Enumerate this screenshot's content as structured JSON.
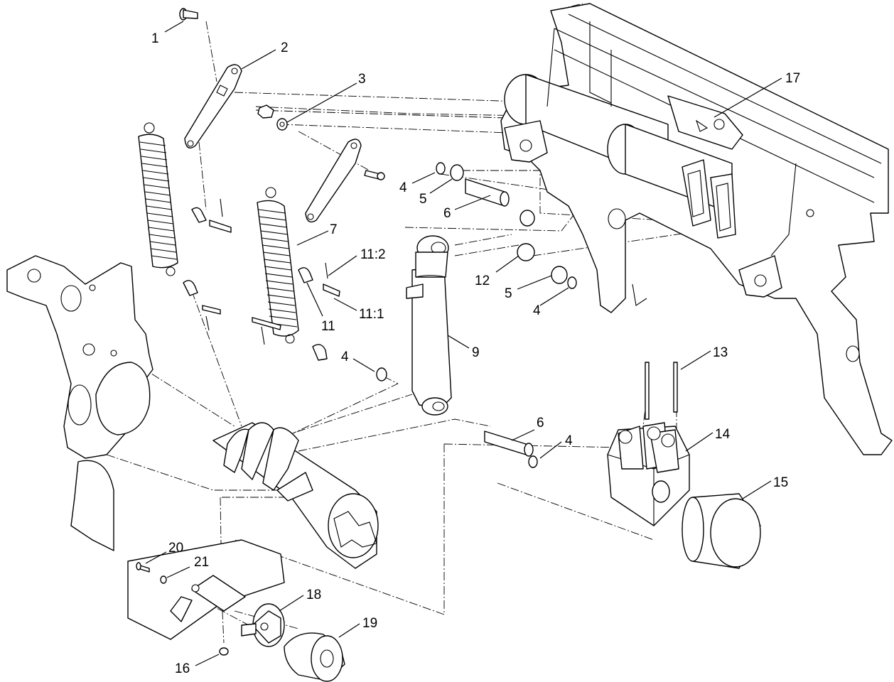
{
  "callouts": {
    "c1": "1",
    "c2": "2",
    "c3": "3",
    "c4a": "4",
    "c5a": "5",
    "c6a": "6",
    "c7": "7",
    "c11_2": "11:2",
    "c11_1": "11:1",
    "c11": "11",
    "c12": "12",
    "c5b": "5",
    "c4b": "4",
    "c9": "9",
    "c4c": "4",
    "c6b": "6",
    "c4d": "4",
    "c13": "13",
    "c14": "14",
    "c15": "15",
    "c17": "17",
    "c20": "20",
    "c21": "21",
    "c18": "18",
    "c19": "19",
    "c16": "16"
  }
}
